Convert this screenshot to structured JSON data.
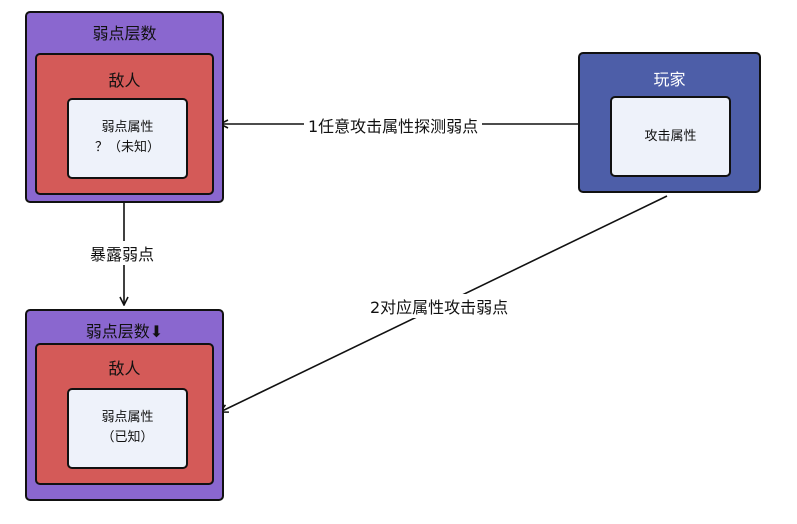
{
  "top_group": {
    "title": "弱点层数",
    "enemy": {
      "title": "敌人",
      "card_line1": "弱点属性",
      "card_line2": "？（未知）"
    }
  },
  "bottom_group": {
    "title": "弱点层数⬇",
    "enemy": {
      "title": "敌人",
      "card_line1": "弱点属性",
      "card_line2": "（已知）"
    }
  },
  "player": {
    "title": "玩家",
    "card": "攻击属性"
  },
  "edges": {
    "probe": "1任意攻击属性探测弱点",
    "expose": "暴露弱点",
    "hit": "2对应属性攻击弱点"
  }
}
